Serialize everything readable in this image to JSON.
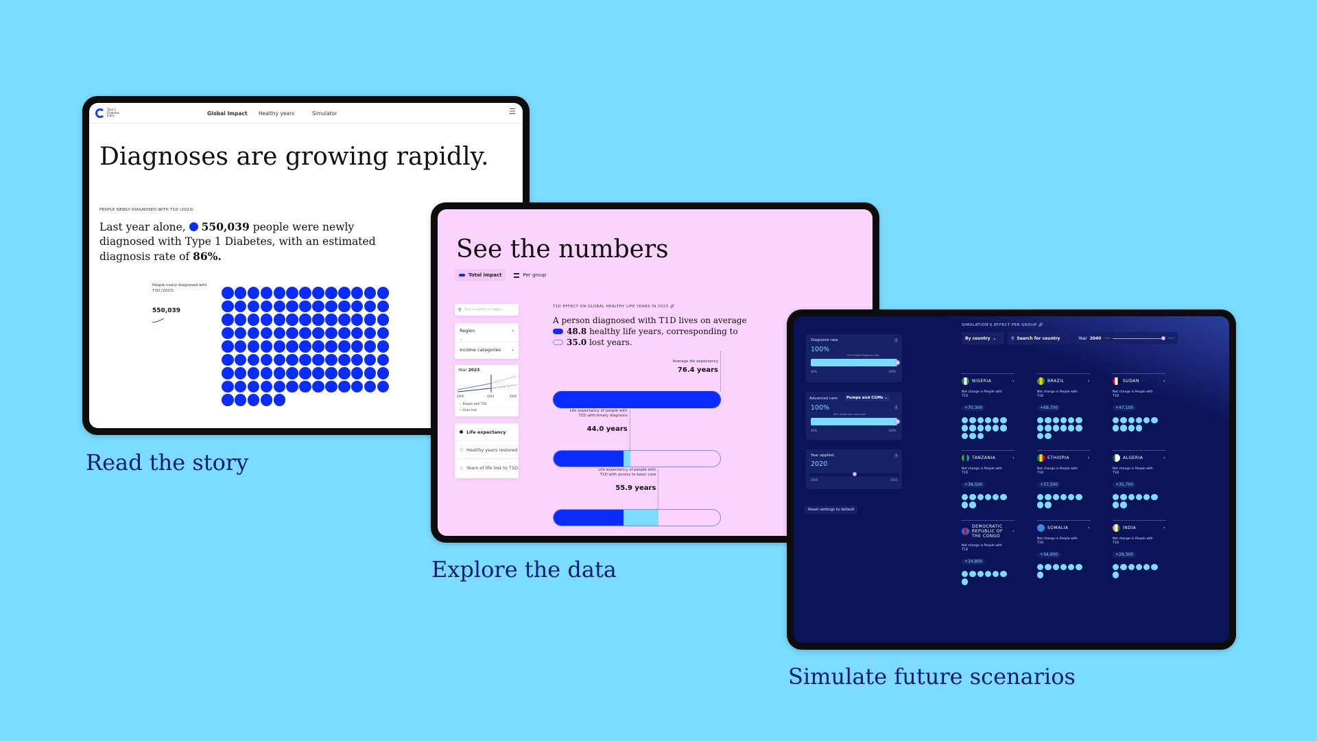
{
  "captions": {
    "story": "Read the story",
    "explore": "Explore the data",
    "simulate": "Simulate future scenarios"
  },
  "story": {
    "logo_text": "Type 1 Diabetes Index",
    "nav": [
      "Global Impact",
      "Healthy years",
      "Simulator"
    ],
    "title": "Diagnoses are growing rapidly.",
    "section_label": "PEOPLE NEWLY DIAGNOSED WITH T1D (2023)",
    "para_1": "Last year alone,",
    "para_value": "550,039",
    "para_2": "people were newly diagnosed with Type 1 Diabetes, with an estimated diagnosis rate of",
    "para_rate": "86%.",
    "legend_label": "People newly diagnosed with T1D (2023)",
    "legend_value": "550,039",
    "dot_count": 109,
    "accent": "#0a2cff"
  },
  "explore": {
    "title": "See the numbers",
    "tabs": [
      {
        "label": "Total impact",
        "active": true
      },
      {
        "label": "Per group",
        "active": false
      }
    ],
    "search_placeholder": "Type a country or region",
    "filters": [
      "Region",
      "Income categories"
    ],
    "or_label": "or",
    "year_label": "Year",
    "year_value": "2023",
    "year_ticks": [
      "2000",
      "2024",
      "2040"
    ],
    "year_legend": [
      "People with T1D",
      "Lives lost"
    ],
    "metrics": [
      "Life expectancy",
      "Healthy years restored",
      "Years of life lost to T1D"
    ],
    "selected_metric": 0,
    "header": "T1D EFFECT ON GLOBAL HEALTHY LIFE YEARS IN 2023",
    "para_1": "A person diagnosed with T1D lives on average",
    "healthy_value": "48.8",
    "healthy_text": "healthy life years, corresponding to",
    "lost_value": "35.0",
    "lost_text": "lost years.",
    "bars": [
      {
        "label": "Average life expectancy",
        "value": "76.4 years",
        "dark_pct": 100,
        "light_pct": 0
      },
      {
        "label": "Life expectancy of people with T1D with timely diagnosis",
        "value": "44.0 years",
        "dark_pct": 42,
        "light_pct": 4
      },
      {
        "label": "Life expectancy of people with T1D with access to basic care",
        "value": "55.9 years",
        "dark_pct": 42,
        "light_pct": 21
      }
    ]
  },
  "simulate": {
    "diagnosis": {
      "label": "Diagnosis rate",
      "value": "100%",
      "note": "93% Global Diagnosis rate",
      "min": "40%",
      "max": "100%",
      "level": 100
    },
    "care": {
      "label": "Advanced care",
      "option": "Pumps and CGMs",
      "value": "100%",
      "note": "28% Global Adv. care level",
      "min": "40%",
      "max": "100%",
      "level": 100
    },
    "year": {
      "label": "Year applied",
      "value": "2020",
      "min": "2000",
      "max": "2030"
    },
    "reset": "Reset settings to default",
    "header": "SIMULATION'S EFFECT PER GROUP",
    "group_by": "By country",
    "search": "Search for country",
    "year_label": "Year",
    "year_value": "2040",
    "year_min": "2000",
    "year_max": "2040",
    "net_label": "Net change in People with T1D",
    "countries": [
      {
        "name": "NIGERIA",
        "value": "+70,300",
        "dots": 15,
        "flag": [
          "#1e8a3c",
          "#ffffff",
          "#1e8a3c"
        ]
      },
      {
        "name": "BRAZIL",
        "value": "+69,700",
        "dots": 14,
        "flag": [
          "#2a9b3e",
          "#f5d300",
          "#2a9b3e"
        ]
      },
      {
        "name": "SUDAN",
        "value": "+47,100",
        "dots": 10,
        "flag": [
          "#d21034",
          "#ffffff",
          "#111111"
        ]
      },
      {
        "name": "TANZANIA",
        "value": "+38,500",
        "dots": 8,
        "flag": [
          "#1eb53a",
          "#111111",
          "#00a3dd"
        ]
      },
      {
        "name": "ETHIOPIA",
        "value": "+37,500",
        "dots": 8,
        "flag": [
          "#078930",
          "#fcdd09",
          "#da121a"
        ]
      },
      {
        "name": "ALGERIA",
        "value": "+35,700",
        "dots": 8,
        "flag": [
          "#006233",
          "#ffffff",
          "#ffffff"
        ]
      },
      {
        "name": "DEMOCRATIC REPUBLIC OF THE CONGO",
        "value": "+34,800",
        "dots": 7,
        "flag": [
          "#007fff",
          "#ce1021",
          "#007fff"
        ]
      },
      {
        "name": "SOMALIA",
        "value": "+34,000",
        "dots": 7,
        "flag": [
          "#4189dd",
          "#4189dd",
          "#4189dd"
        ]
      },
      {
        "name": "INDIA",
        "value": "+29,300",
        "dots": 7,
        "flag": [
          "#ff9933",
          "#ffffff",
          "#138808"
        ]
      }
    ]
  }
}
